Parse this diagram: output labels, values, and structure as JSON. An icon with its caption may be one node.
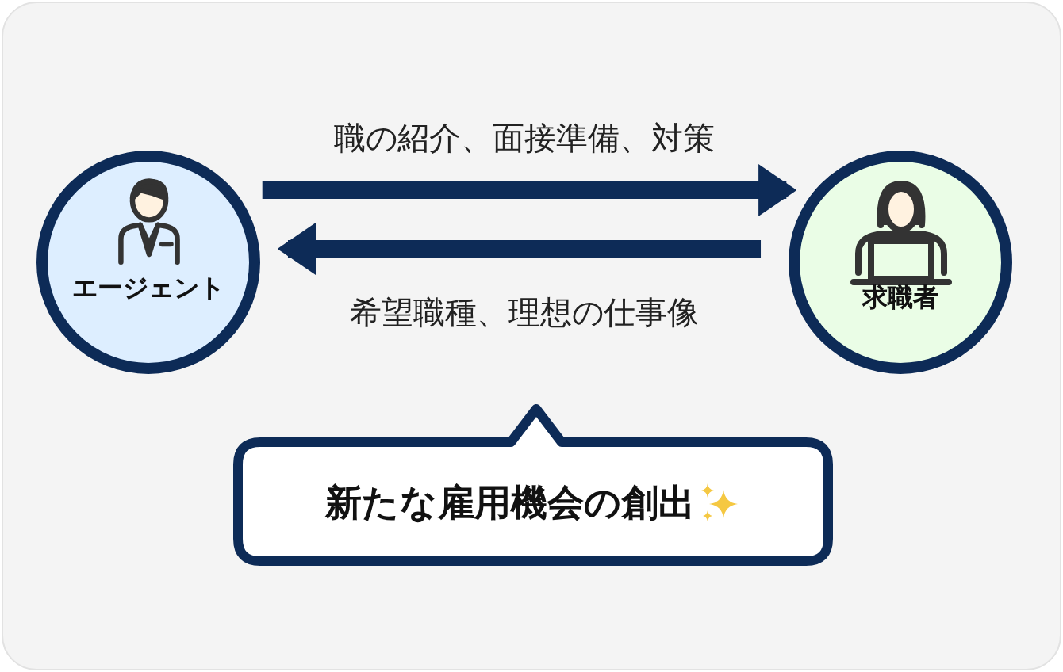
{
  "diagram": {
    "nodes": [
      {
        "text": [
          "エージェント"
        ]
      },
      {
        "text": [
          "求職者"
        ]
      },
      {
        "text": [
          "新たな雇用機会の創出"
        ]
      }
    ],
    "edges": [
      {
        "from": 0,
        "to": 1,
        "arrow": "to",
        "label": "職の紹介、面接準備、対策"
      },
      {
        "from": 1,
        "to": 0,
        "arrow": "to",
        "label": "希望職種、理想の仕事像"
      }
    ]
  }
}
